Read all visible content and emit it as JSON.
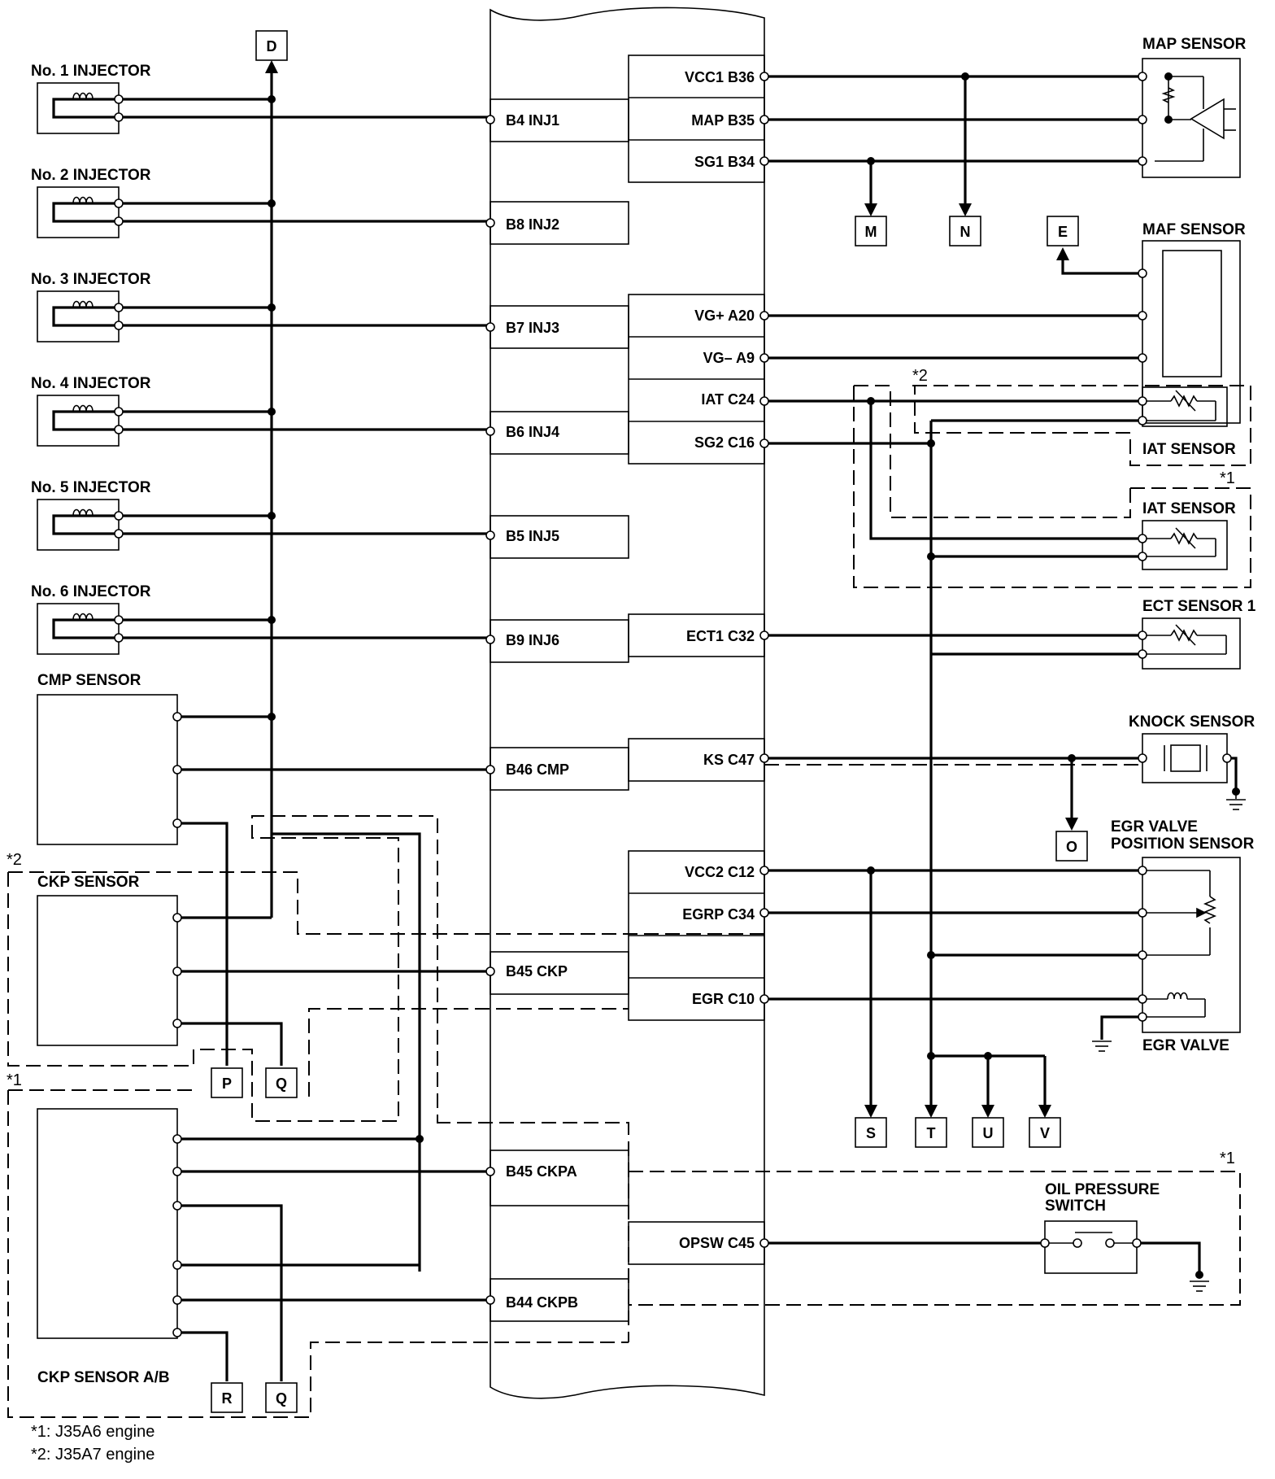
{
  "components": {
    "injectors": [
      "No. 1 INJECTOR",
      "No. 2 INJECTOR",
      "No. 3 INJECTOR",
      "No. 4 INJECTOR",
      "No. 5 INJECTOR",
      "No. 6 INJECTOR"
    ],
    "cmp_sensor": "CMP SENSOR",
    "ckp_sensor": "CKP SENSOR",
    "ckp_sensor_ab": "CKP SENSOR A/B",
    "map_sensor": "MAP SENSOR",
    "maf_sensor": "MAF SENSOR",
    "iat_sensor_2": "IAT SENSOR",
    "iat_sensor_1": "IAT SENSOR",
    "ect_sensor": "ECT SENSOR 1",
    "knock_sensor": "KNOCK SENSOR",
    "egr_sensor_line1": "EGR VALVE",
    "egr_sensor_line2": "POSITION SENSOR",
    "egr_valve": "EGR VALVE",
    "oil_switch_line1": "OIL PRESSURE",
    "oil_switch_line2": "SWITCH"
  },
  "ecm_left_pins": [
    "B4 INJ1",
    "B8 INJ2",
    "B7 INJ3",
    "B6 INJ4",
    "B5 INJ5",
    "B9 INJ6",
    "B46 CMP",
    "B45 CKP",
    "B45 CKPA",
    "B44 CKPB"
  ],
  "ecm_right_pins": [
    "VCC1 B36",
    "MAP B35",
    "SG1 B34",
    "VG+ A20",
    "VG– A9",
    "IAT C24",
    "SG2 C16",
    "ECT1 C32",
    "KS C47",
    "VCC2 C12",
    "EGRP C34",
    "EGR C10",
    "OPSW C45"
  ],
  "connectors": {
    "D": "D",
    "E": "E",
    "M": "M",
    "N": "N",
    "O": "O",
    "P": "P",
    "Q1": "Q",
    "Q2": "Q",
    "R": "R",
    "S": "S",
    "T": "T",
    "U": "U",
    "V": "V"
  },
  "variant_marks": {
    "ckp_sensor": "*2",
    "ckp_sensor_ab": "*1",
    "iat_sensor_2": "*2",
    "iat_sensor_1": "*1",
    "oil_switch": "*1"
  },
  "notes": [
    "*1: J35A6 engine",
    "*2: J35A7 engine"
  ]
}
